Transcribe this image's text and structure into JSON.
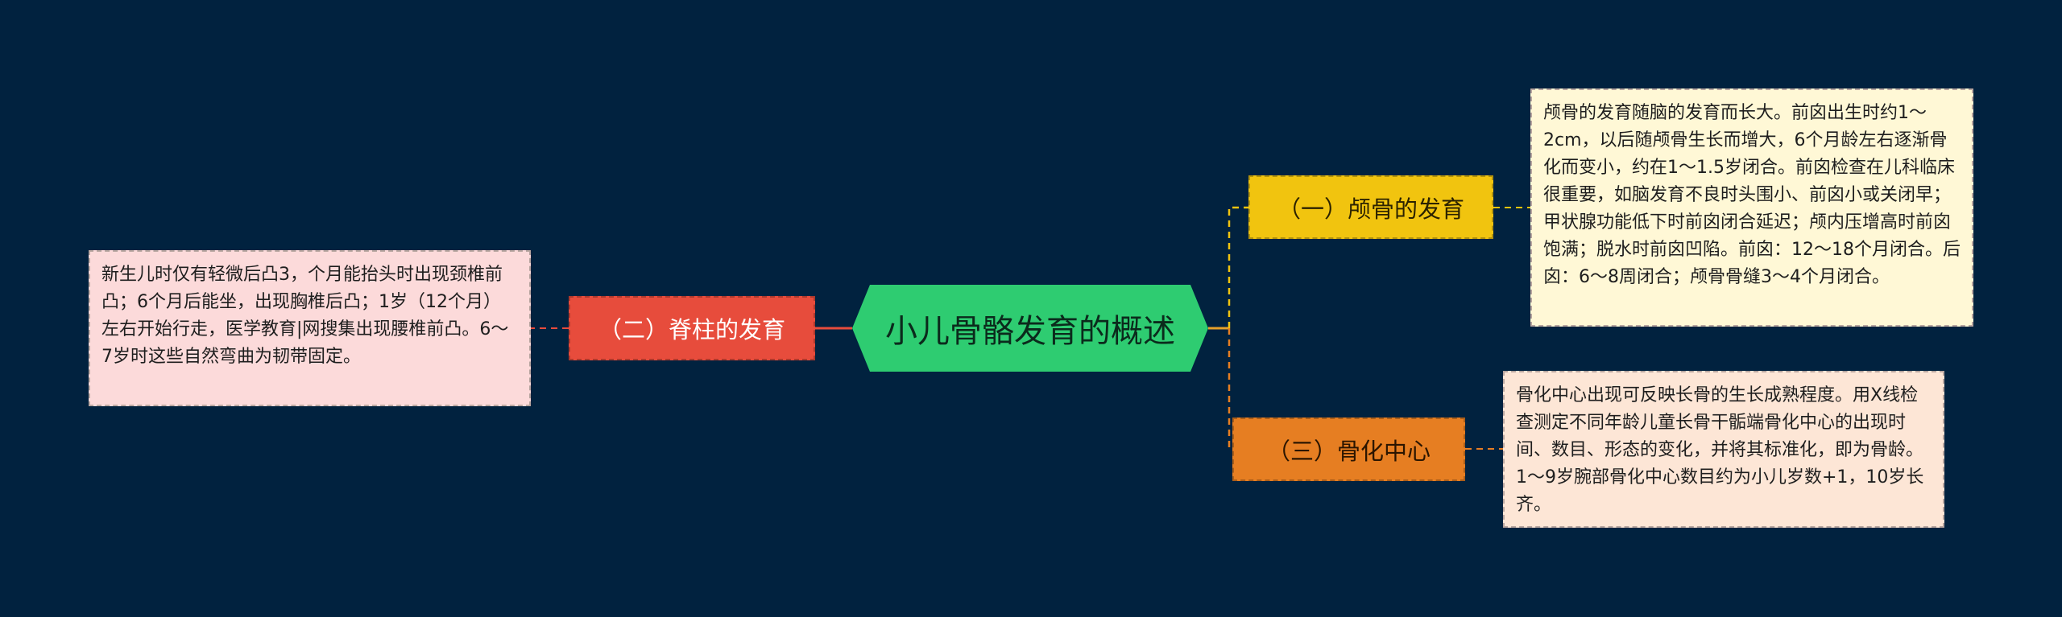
{
  "title": "小儿骨骼发育的概述",
  "colors": {
    "background": "#01223f",
    "center": "#2ecc71",
    "branch_left": "#e74c3c",
    "branch_top": "#f1c40f",
    "branch_bottom": "#e67e22",
    "leaf_left": "#fcdada",
    "leaf_top": "#fff8d6",
    "leaf_bottom": "#fde6d6"
  },
  "branches": {
    "left": {
      "label": "（二）脊柱的发育",
      "detail": "新生儿时仅有轻微后凸3，个月能抬头时出现颈椎前凸；6个月后能坐，出现胸椎后凸；1岁（12个月）左右开始行走，医学教育|网搜集出现腰椎前凸。6～7岁时这些自然弯曲为韧带固定。"
    },
    "top": {
      "label": "（一）颅骨的发育",
      "detail": "颅骨的发育随脑的发育而长大。前囟出生时约1～2cm，以后随颅骨生长而增大，6个月龄左右逐渐骨化而变小，约在1～1.5岁闭合。前囟检查在儿科临床很重要，如脑发育不良时头围小、前囟小或关闭早；甲状腺功能低下时前囟闭合延迟；颅内压增高时前囟饱满；脱水时前囟凹陷。前囟：12～18个月闭合。后囟：6～8周闭合；颅骨骨缝3～4个月闭合。"
    },
    "bottom": {
      "label": "（三）骨化中心",
      "detail": "骨化中心出现可反映长骨的生长成熟程度。用X线检查测定不同年龄儿童长骨干骺端骨化中心的出现时间、数目、形态的变化，并将其标准化，即为骨龄。1～9岁腕部骨化中心数目约为小儿岁数+1，10岁长齐。"
    }
  }
}
